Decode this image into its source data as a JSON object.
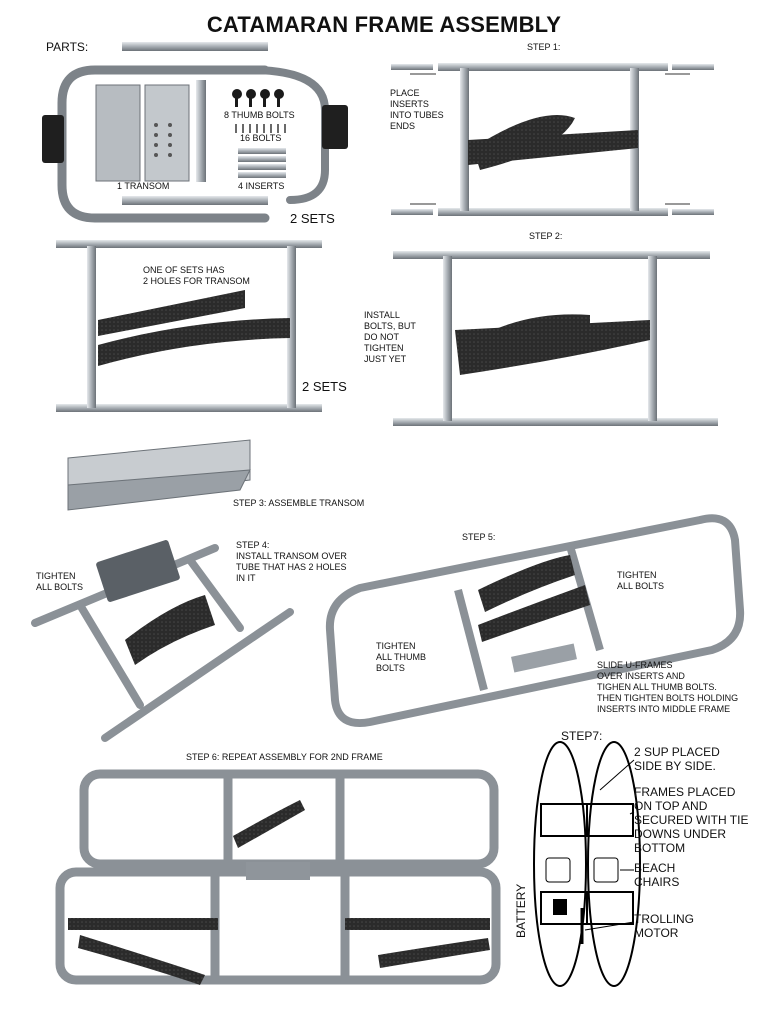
{
  "title": "CATAMARAN FRAME ASSEMBLY",
  "parts": {
    "heading": "PARTS:",
    "transom": "1 TRANSOM",
    "thumb_bolts": "8 THUMB BOLTS",
    "bolts": "16 BOLTS",
    "inserts": "4 INSERTS",
    "sets_a": "2 SETS",
    "sets_b": "2 SETS",
    "holes_note": "ONE OF SETS HAS\n2 HOLES FOR TRANSOM"
  },
  "step1": {
    "heading": "STEP 1:",
    "note": "PLACE\nINSERTS\nINTO TUBES\nENDS"
  },
  "step2": {
    "heading": "STEP 2:",
    "note": "INSTALL\nBOLTS, BUT\nDO NOT\nTIGHTEN\nJUST YET"
  },
  "step3": {
    "label": "STEP 3: ASSEMBLE TRANSOM"
  },
  "step4": {
    "label": "STEP 4:\nINSTALL TRANSOM OVER\nTUBE THAT HAS 2 HOLES\nIN IT",
    "tighten": "TIGHTEN\nALL BOLTS"
  },
  "step5": {
    "heading": "STEP 5:",
    "tighten_bolts": "TIGHTEN\nALL BOLTS",
    "tighten_thumb": "TIGHTEN\nALL THUMB\nBOLTS",
    "note": "SLIDE U-FRAMES\nOVER INSERTS AND\nTIGHEN ALL THUMB BOLTS.\nTHEN TIGHTEN BOLTS HOLDING\nINSERTS INTO MIDDLE FRAME"
  },
  "step6": {
    "label": "STEP 6: REPEAT ASSEMBLY FOR 2ND FRAME"
  },
  "step7": {
    "heading": "STEP7:",
    "sup": "2 SUP PLACED\nSIDE BY SIDE.",
    "frames": "FRAMES PLACED\nON TOP AND\nSECURED WITH TIE\nDOWNS UNDER\nBOTTOM",
    "chairs": "BEACH\nCHAIRS",
    "motor": "TROLLING\nMOTOR",
    "battery": "BATTERY"
  }
}
